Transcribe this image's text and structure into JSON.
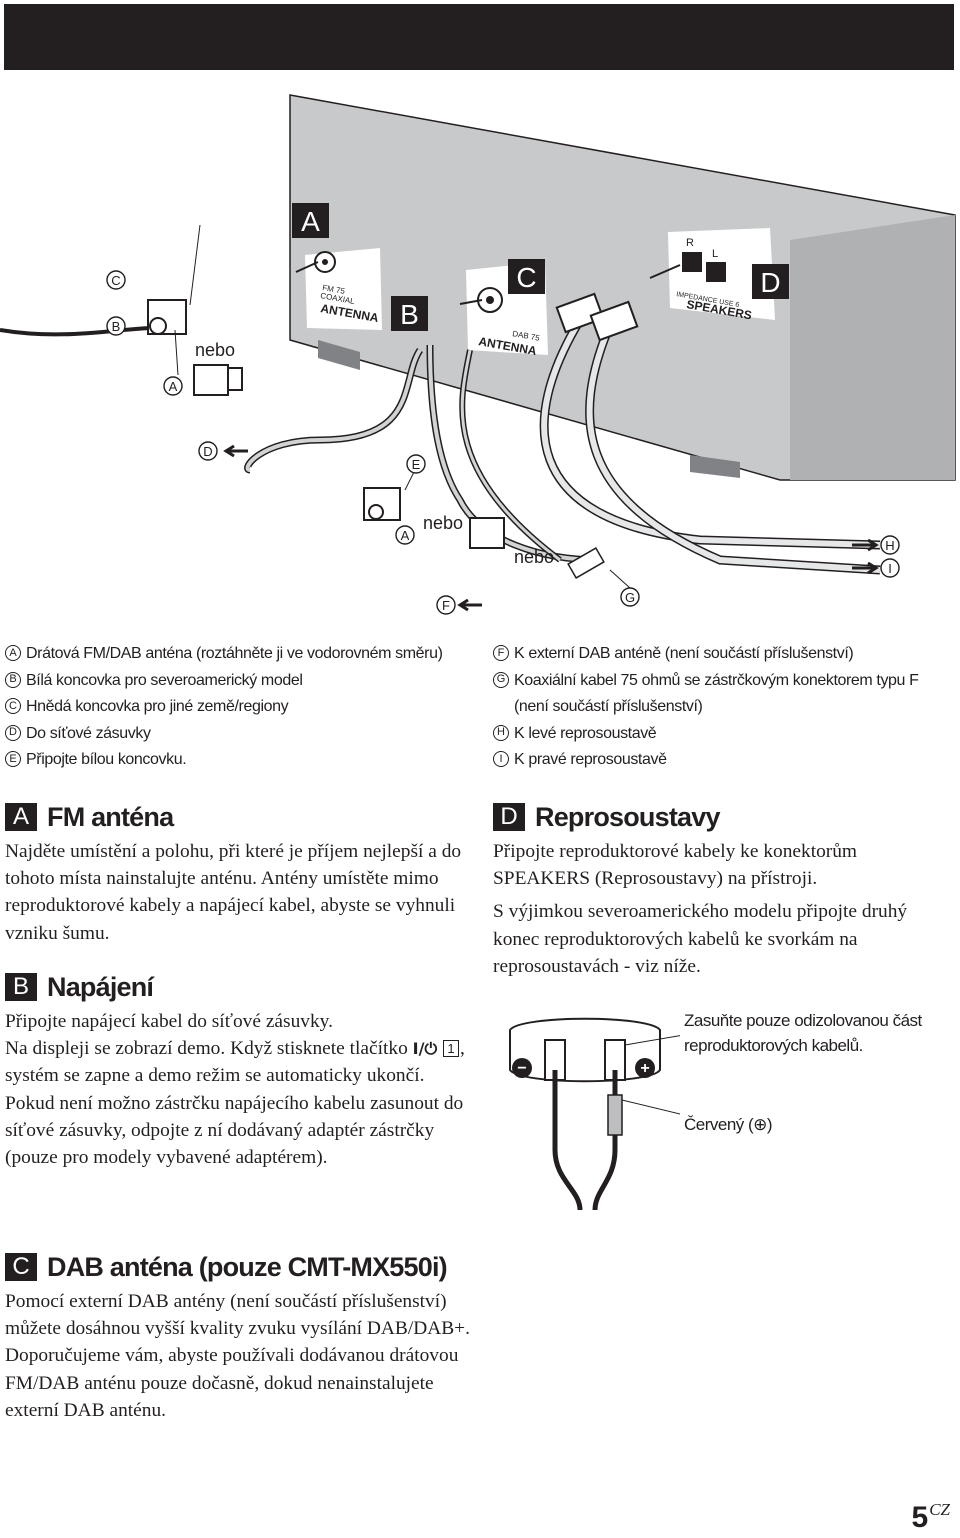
{
  "diagram": {
    "box_a": "A",
    "box_b": "B",
    "box_c": "C",
    "box_d": "D",
    "antenna_label": "ANTENNA",
    "fm_label": "FM 75",
    "coaxial_label": "COAXIAL",
    "dab_label": "DAB 75",
    "speakers_label": "SPEAKERS",
    "impedance_label": "IMPEDANCE USE 6",
    "r_label": "R",
    "l_label": "L",
    "nebo": "nebo",
    "callouts": {
      "a": "A",
      "b": "B",
      "c": "C",
      "d": "D",
      "e": "E",
      "f": "F",
      "g": "G",
      "h": "H",
      "i": "I"
    }
  },
  "legend_left": [
    {
      "key": "A",
      "text": "Drátová FM/DAB anténa (roztáhněte ji ve vodorovném směru)"
    },
    {
      "key": "B",
      "text": "Bílá koncovka pro severoamerický model"
    },
    {
      "key": "C",
      "text": "Hnědá koncovka pro jiné země/regiony"
    },
    {
      "key": "D",
      "text": "Do síťové zásuvky"
    },
    {
      "key": "E",
      "text": "Připojte bílou koncovku."
    }
  ],
  "legend_right": [
    {
      "key": "F",
      "text": "K externí DAB anténě (není součástí příslušenství)"
    },
    {
      "key": "G",
      "text": "Koaxiální kabel 75 ohmů se zástrčkovým konektorem typu F (není součástí příslušenství)"
    },
    {
      "key": "H",
      "text": "K levé reprosoustavě"
    },
    {
      "key": "I",
      "text": "K pravé reprosoustavě"
    }
  ],
  "sections": {
    "a": {
      "badge": "A",
      "title": "FM anténa",
      "paragraphs": [
        "Najděte umístění a polohu, při které je příjem nejlepší a do tohoto místa nainstalujte anténu. Antény umístěte mimo reproduktorové kabely a napájecí kabel, abyste se vyhnuli vzniku šumu."
      ]
    },
    "b": {
      "badge": "B",
      "title": "Napájení",
      "p1": "Připojte napájecí kabel do síťové zásuvky.",
      "p2_before": "Na displeji se zobrazí demo. Když stisknete tlačítko ",
      "p2_symbol": "I/⏻",
      "p2_key": "1",
      "p2_after": ", systém se zapne a demo režim se automaticky ukončí.",
      "p3": "Pokud není možno zástrčku napájecího kabelu zasunout do síťové zásuvky, odpojte z ní dodávaný adaptér zástrčky (pouze pro modely vybavené adaptérem)."
    },
    "c": {
      "badge": "C",
      "title": "DAB anténa (pouze CMT-MX550i)",
      "p1": "Pomocí externí DAB antény (není součástí příslušenství) můžete dosáhnou vyšší kvality zvuku vysílání DAB/DAB+. Doporučujeme vám, abyste používali dodávanou drátovou FM/DAB anténu pouze dočasně, dokud nenainstalujete externí DAB anténu."
    },
    "d": {
      "badge": "D",
      "title": "Reprosoustavy",
      "p1": "Připojte reproduktorové kabely ke konektorům SPEAKERS (Reprosoustavy) na přístroji.",
      "p2": "S výjimkou severoamerického modelu připojte druhý konec reproduktorových kabelů ke svorkám na reprosoustavách - viz níže."
    }
  },
  "speaker_terminal": {
    "minus": "−",
    "plus": "+",
    "callout_insert": "Zasuňte pouze odizolovanou část reproduktorových kabelů.",
    "callout_red": "Červený (⊕)"
  },
  "page": {
    "number": "5",
    "suffix": "CZ"
  }
}
